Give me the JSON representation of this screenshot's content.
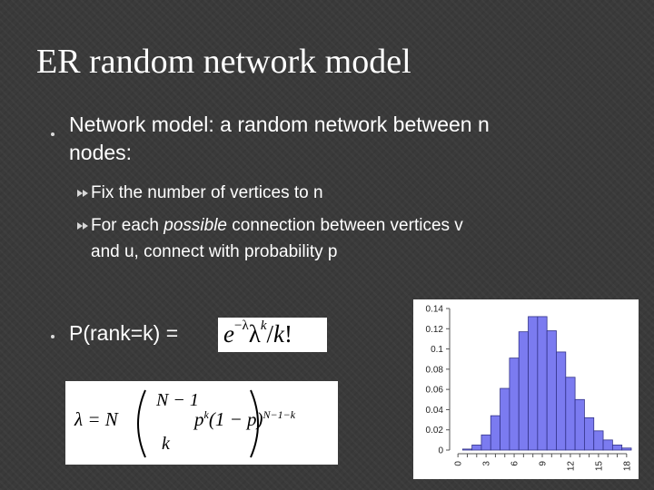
{
  "slide": {
    "title": "ER random network model",
    "bullets": [
      {
        "text_line1": "Network model: a random network between n",
        "text_line2": "nodes:"
      },
      {
        "text": "P(rank=k) ="
      }
    ],
    "sub_bullets": [
      {
        "text": "Fix the number of vertices to n"
      },
      {
        "pre": "For each ",
        "em": "possible",
        "post": " connection between vertices v",
        "line2": "and u, connect with probability p"
      }
    ],
    "formula_poisson": {
      "base": "e",
      "exp": "−λ",
      "lambda": "λ",
      "k_sup": "k",
      "slash": "/",
      "k": "k",
      "bang": "!"
    },
    "formula_lambda": {
      "lhs": "λ = N",
      "top": "N − 1",
      "bottom": "k",
      "tail": "p",
      "tail_exp": "k",
      "mid": "(1 − p)",
      "mid_exp": "N−1−k"
    }
  },
  "chart_data": {
    "type": "bar",
    "categories": [
      0,
      1,
      2,
      3,
      4,
      5,
      6,
      7,
      8,
      9,
      10,
      11,
      12,
      13,
      14,
      15,
      16,
      17,
      18
    ],
    "values": [
      0.0,
      0.001,
      0.005,
      0.015,
      0.034,
      0.061,
      0.091,
      0.117,
      0.132,
      0.132,
      0.118,
      0.097,
      0.072,
      0.05,
      0.032,
      0.019,
      0.01,
      0.005,
      0.002
    ],
    "ylim": [
      0,
      0.14
    ],
    "yticks": [
      "0",
      "0.02",
      "0.04",
      "0.06",
      "0.08",
      "0.1",
      "0.12",
      "0.14"
    ],
    "xticks": [
      "0",
      "3",
      "6",
      "9",
      "12",
      "15",
      "18"
    ],
    "bar_color": "#7b7bf0",
    "title": "",
    "xlabel": "",
    "ylabel": ""
  }
}
